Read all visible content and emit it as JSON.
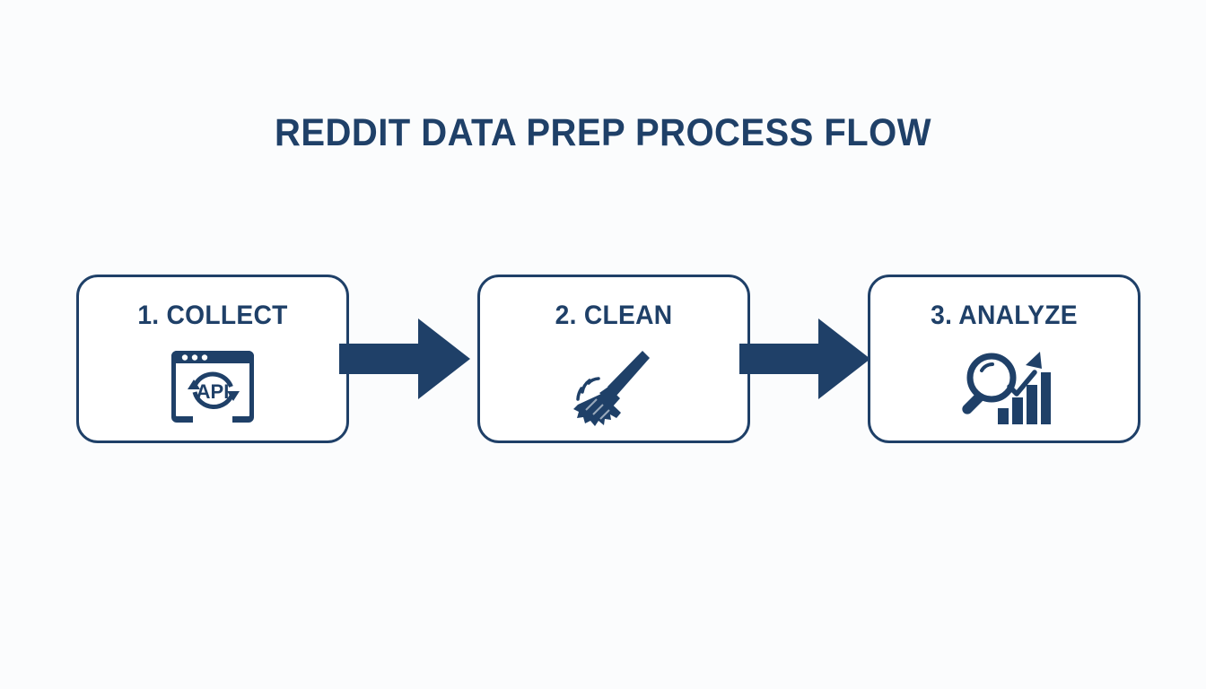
{
  "page": {
    "title": "REDDIT DATA PREP PROCESS FLOW",
    "background_color": "#fbfcfd",
    "accent_color": "#1f4068"
  },
  "flow": {
    "steps": [
      {
        "label": "1. COLLECT",
        "icon": "api-browser-window-icon",
        "icon_text": "API"
      },
      {
        "label": "2. CLEAN",
        "icon": "broom-sweep-icon",
        "icon_text": ""
      },
      {
        "label": "3. ANALYZE",
        "icon": "magnifier-bar-chart-icon",
        "icon_text": ""
      }
    ],
    "connectors": [
      {
        "name": "arrow-right-icon",
        "from": "1. COLLECT",
        "to": "2. CLEAN"
      },
      {
        "name": "arrow-right-icon",
        "from": "2. CLEAN",
        "to": "3. ANALYZE"
      }
    ]
  }
}
